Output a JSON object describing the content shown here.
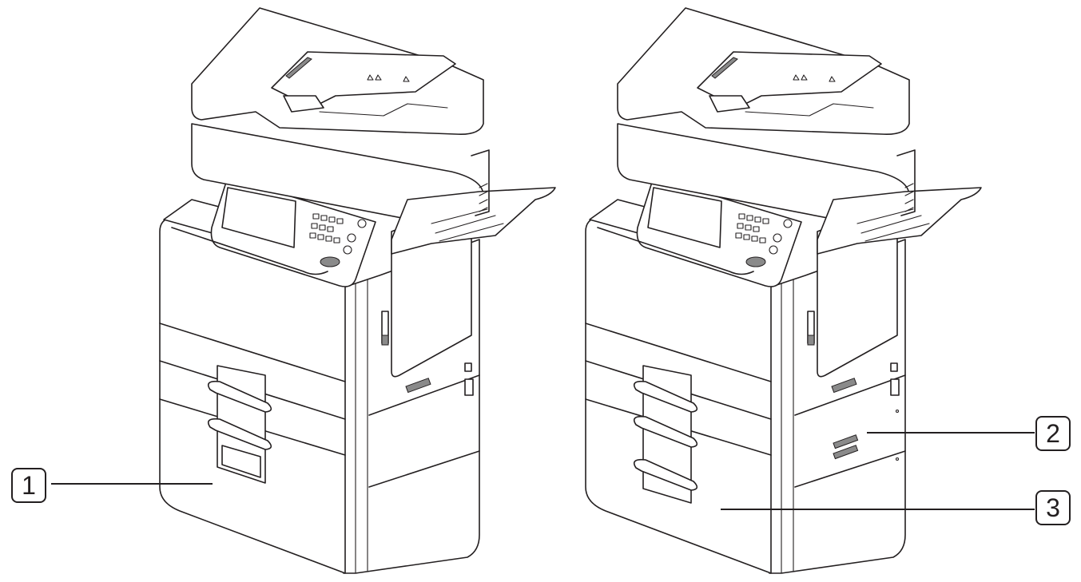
{
  "figure": {
    "type": "printer-component-diagram",
    "printers": [
      {
        "id": "left",
        "variant": "two-tray",
        "tray_handles": 2
      },
      {
        "id": "right",
        "variant": "three-tray",
        "tray_handles": 3
      }
    ],
    "callouts": [
      {
        "number": "1",
        "side": "left",
        "target": "left-printer-lower-tray-cabinet"
      },
      {
        "number": "2",
        "side": "right",
        "target": "right-printer-side-panel"
      },
      {
        "number": "3",
        "side": "right",
        "target": "right-printer-bottom-cabinet"
      }
    ],
    "colors": {
      "line": "#231f20",
      "background": "#ffffff",
      "accent_gray": "#8a8a8a"
    }
  }
}
